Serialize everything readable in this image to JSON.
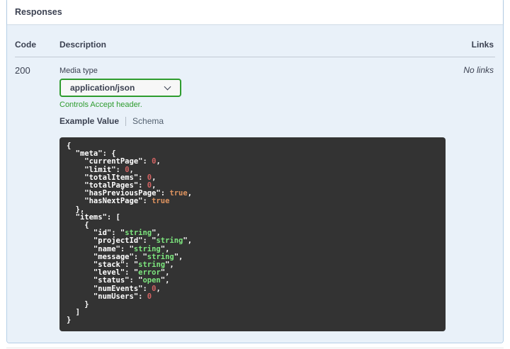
{
  "header": {
    "title": "Responses"
  },
  "table": {
    "headers": {
      "code": "Code",
      "description": "Description",
      "links": "Links"
    }
  },
  "response": {
    "code": "200",
    "links_text": "No links",
    "media_type": {
      "label": "Media type",
      "selected": "application/json",
      "note": "Controls Accept header."
    },
    "tabs": {
      "example": "Example Value",
      "schema": "Schema"
    },
    "example_json": {
      "meta": {
        "currentPage": 0,
        "limit": 0,
        "totalItems": 0,
        "totalPages": 0,
        "hasPreviousPage": true,
        "hasNextPage": true
      },
      "items": [
        {
          "id": "string",
          "projectId": "string",
          "name": "string",
          "message": "string",
          "stack": "string",
          "level": "error",
          "status": "open",
          "numEvents": 0,
          "numUsers": 0
        }
      ]
    }
  },
  "colors": {
    "accent_green": "#2e9c2e",
    "panel_bg": "#e9f1f9",
    "panel_border": "#b5cfe7",
    "code_bg": "#333333",
    "token_number": "#d36363",
    "token_boolean": "#de935f",
    "token_string": "#7de67e",
    "text": "#3b4151"
  }
}
